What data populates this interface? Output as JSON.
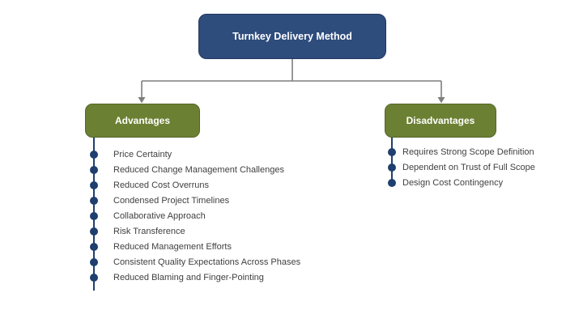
{
  "diagram": {
    "title": "Turnkey Delivery Method",
    "colors": {
      "root_fill": "#2E4C7C",
      "root_border": "#24395E",
      "branch_fill": "#6C8033",
      "branch_border": "#556629",
      "connector": "#7F7F7F",
      "bullet": "#1F3F6E",
      "item_text": "#3F3F3F",
      "box_text": "#FFFFFF"
    },
    "branches": [
      {
        "id": "advantages",
        "label": "Advantages",
        "items": [
          "Price Certainty",
          "Reduced Change Management Challenges",
          "Reduced Cost Overruns",
          "Condensed Project Timelines",
          "Collaborative Approach",
          "Risk Transference",
          "Reduced Management Efforts",
          "Consistent Quality Expectations Across Phases",
          "Reduced Blaming and Finger-Pointing"
        ]
      },
      {
        "id": "disadvantages",
        "label": "Disadvantages",
        "items": [
          "Requires Strong Scope Definition",
          "Dependent on Trust of Full Scope",
          "Design Cost Contingency"
        ]
      }
    ]
  }
}
